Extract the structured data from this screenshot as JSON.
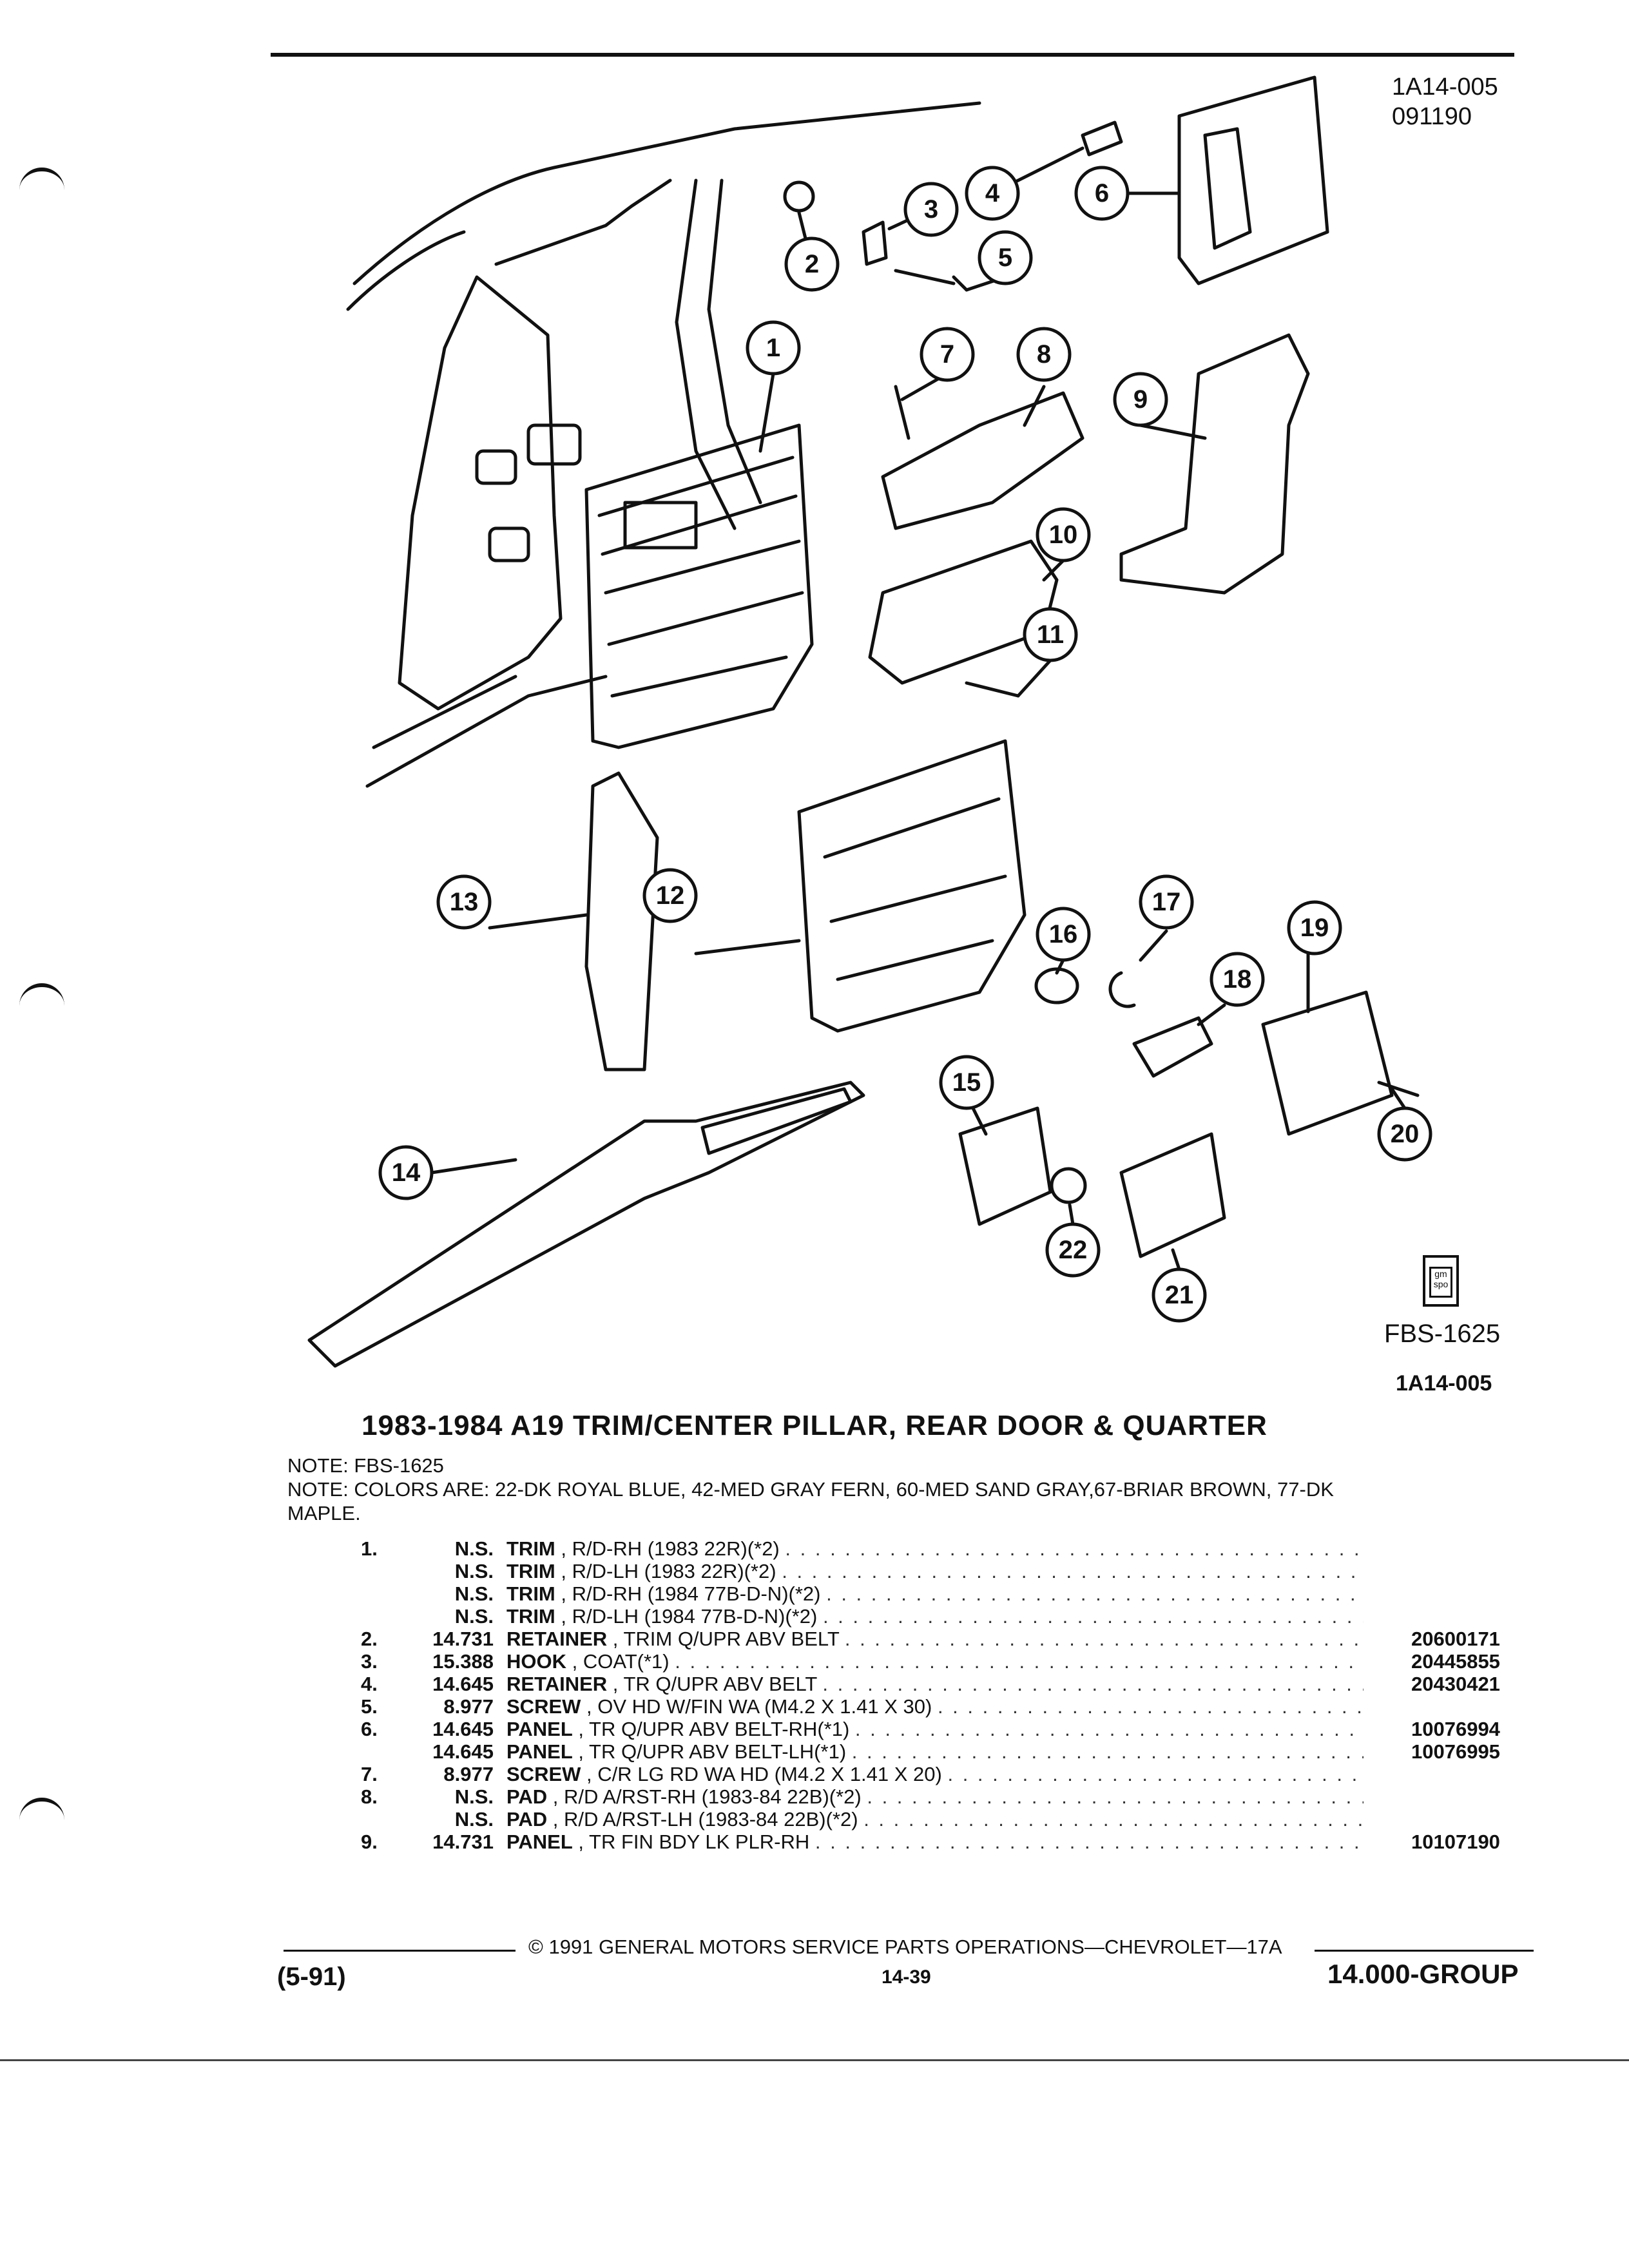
{
  "header": {
    "ref_line1": "1A14-005",
    "ref_line2": "091190"
  },
  "figure": {
    "callouts": [
      "1",
      "2",
      "3",
      "4",
      "5",
      "6",
      "7",
      "8",
      "9",
      "10",
      "11",
      "12",
      "13",
      "14",
      "15",
      "16",
      "17",
      "18",
      "19",
      "20",
      "21",
      "22"
    ],
    "icon_text": "gm spo",
    "fbs_code": "FBS-1625",
    "figure_code": "1A14-005"
  },
  "title": "1983-1984 A19 TRIM/CENTER PILLAR, REAR DOOR & QUARTER",
  "notes": {
    "line1": "NOTE:  FBS-1625",
    "line2": "NOTE:  COLORS ARE: 22-DK ROYAL BLUE, 42-MED GRAY FERN, 60-MED SAND GRAY,67-BRIAR BROWN, 77-DK",
    "line3": "MAPLE."
  },
  "parts": [
    {
      "num": "1.",
      "code": "N.S.",
      "name": "TRIM",
      "desc": ", R/D-RH (1983 22R)(*2)",
      "part": ""
    },
    {
      "num": "",
      "code": "N.S.",
      "name": "TRIM",
      "desc": ", R/D-LH (1983 22R)(*2)",
      "part": ""
    },
    {
      "num": "",
      "code": "N.S.",
      "name": "TRIM",
      "desc": ", R/D-RH (1984 77B-D-N)(*2)",
      "part": ""
    },
    {
      "num": "",
      "code": "N.S.",
      "name": "TRIM",
      "desc": ", R/D-LH (1984 77B-D-N)(*2)",
      "part": ""
    },
    {
      "num": "2.",
      "code": "14.731",
      "name": "RETAINER",
      "desc": ", TRIM Q/UPR ABV BELT",
      "part": "20600171"
    },
    {
      "num": "3.",
      "code": "15.388",
      "name": "HOOK",
      "desc": ", COAT(*1)",
      "part": "20445855"
    },
    {
      "num": "4.",
      "code": "14.645",
      "name": "RETAINER",
      "desc": ", TR Q/UPR ABV BELT",
      "part": "20430421"
    },
    {
      "num": "5.",
      "code": "8.977",
      "name": "SCREW",
      "desc": ", OV HD W/FIN WA (M4.2 X 1.41 X 30)",
      "part": ""
    },
    {
      "num": "6.",
      "code": "14.645",
      "name": "PANEL",
      "desc": ", TR Q/UPR ABV BELT-RH(*1)",
      "part": "10076994"
    },
    {
      "num": "",
      "code": "14.645",
      "name": "PANEL",
      "desc": ", TR Q/UPR ABV BELT-LH(*1)",
      "part": "10076995"
    },
    {
      "num": "7.",
      "code": "8.977",
      "name": "SCREW",
      "desc": ", C/R LG RD WA HD (M4.2 X 1.41 X 20)",
      "part": ""
    },
    {
      "num": "8.",
      "code": "N.S.",
      "name": "PAD",
      "desc": ", R/D A/RST-RH (1983-84 22B)(*2)",
      "part": ""
    },
    {
      "num": "",
      "code": "N.S.",
      "name": "PAD",
      "desc": ", R/D A/RST-LH (1983-84 22B)(*2)",
      "part": ""
    },
    {
      "num": "9.",
      "code": "14.731",
      "name": "PANEL",
      "desc": ", TR FIN BDY LK PLR-RH",
      "part": "10107190"
    }
  ],
  "dots": ". . . . . . . . . . . . . . . . . . . . . . . . . . . . . . . . . . . . . . . . . . . . . . . . . . . . . . . . . . . . . . . . . . . . . . . . . . . . . . . . . . . . . . . . . . .",
  "footer": {
    "copyright": "©  1991  GENERAL MOTORS SERVICE PARTS OPERATIONS—CHEVROLET—17A",
    "left": "(5-91)",
    "center": "14-39",
    "right": "14.000-GROUP"
  }
}
